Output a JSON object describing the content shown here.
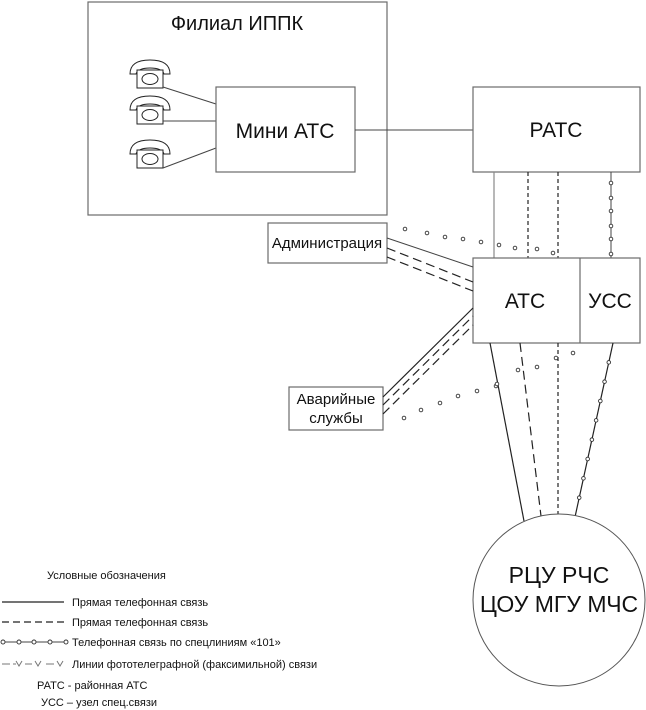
{
  "nodes": {
    "filial": "Филиал ИППК",
    "mini_ats": "Мини АТС",
    "rats": "РАТС",
    "administration": "Администрация",
    "ats": "АТС",
    "uss": "УСС",
    "emergency_line1": "Аварийные",
    "emergency_line2": "службы",
    "center_line1": "РЦУ РЧС",
    "center_line2": "ЦОУ МГУ МЧС"
  },
  "icons": {
    "phone": "telephone-icon",
    "phone_count": 3
  },
  "legend": {
    "title": "Условные обозначения",
    "items": [
      {
        "style": "solid",
        "label": "Прямая телефонная связь"
      },
      {
        "style": "dashed",
        "label": "Прямая телефонная связь"
      },
      {
        "style": "dotted-circles",
        "label": "Телефонная связь по спецлиниям  «101»"
      },
      {
        "style": "dash-v",
        "label": "Линии фототелеграфной  (факсимильной) связи"
      }
    ],
    "abbreviations": [
      "РАТС  - районная АТС",
      "УСС – узел спец.связи"
    ]
  }
}
